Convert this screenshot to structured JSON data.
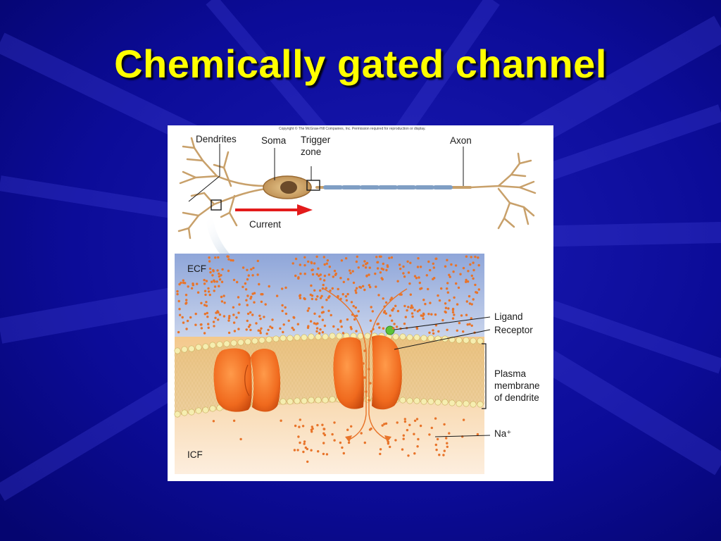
{
  "slide": {
    "title": "Chemically gated channel",
    "title_color": "#ffff00",
    "background_color": "#0a0a8c"
  },
  "figure": {
    "copyright": "Copyright © The McGraw-Hill Companies, Inc. Permission required for reproduction or display.",
    "labels": {
      "dendrites": "Dendrites",
      "soma": "Soma",
      "trigger_zone_1": "Trigger",
      "trigger_zone_2": "zone",
      "axon": "Axon",
      "current": "Current",
      "ecf": "ECF",
      "icf": "ICF",
      "ligand": "Ligand",
      "receptor": "Receptor",
      "membrane_1": "Plasma",
      "membrane_2": "membrane",
      "membrane_3": "of dendrite",
      "na": "Na⁺"
    },
    "colors": {
      "ion": "#e8742a",
      "channel": "#f06a1e",
      "ligand": "#5cc23a",
      "current_arrow": "#e31b1b",
      "neuron": "#d8b07a"
    }
  }
}
